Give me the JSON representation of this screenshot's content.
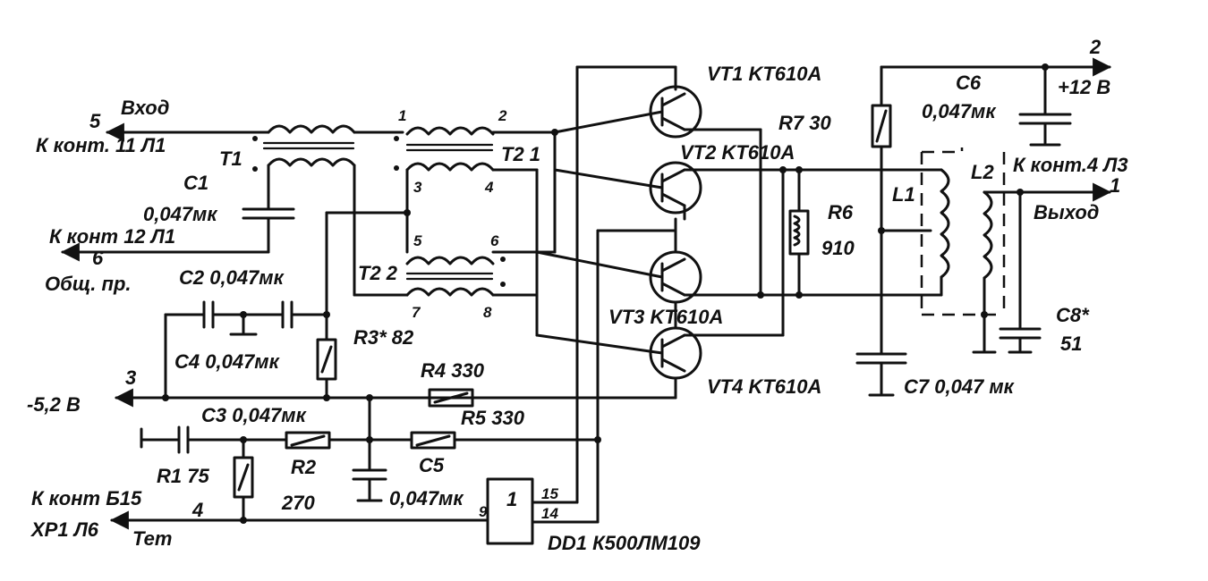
{
  "labels": {
    "vhod": "Вход",
    "pin5": "5",
    "k_kont_11": "К конт. 11 Л1",
    "t1": "T1",
    "c1": "C1",
    "c1_val": "0,047мк",
    "k_kont_12": "К конт 12 Л1",
    "pin6": "6",
    "obsch": "Общ. пр.",
    "c2": "C2 0,047мк",
    "c4": "C4 0,047мк",
    "r3": "R3* 82",
    "pin3": "3",
    "minus52": "-5,2 В",
    "r4": "R4 330",
    "c3": "C3 0,047мк",
    "r5": "R5 330",
    "r1": "R1 75",
    "r2": "R2",
    "r2_val": "270",
    "c5": "C5",
    "c5_val": "0,047мк",
    "k_kont_b15": "К конт Б15",
    "pin4": "4",
    "xp1": "ХР1 Л6",
    "tet": "Тет",
    "dd1_9": "9",
    "dd1_1": "1",
    "dd1_15": "15",
    "dd1_14": "14",
    "dd1": "DD1   К500ЛМ109",
    "t2_1": "1",
    "t2_2": "2",
    "t2_3": "3",
    "t2_4": "4",
    "t2_5": "5",
    "t2_6": "6",
    "t2_7": "7",
    "t2_8": "8",
    "t21": "T2 1",
    "t22": "T2 2",
    "vt1": "VT1  KT610A",
    "vt2": "VT2  KT610A",
    "vt3": "VT3  KT610A",
    "vt4": "VT4  KT610A",
    "r7": "R7 30",
    "r6": "R6",
    "r6_val": "910",
    "l1": "L1",
    "l2": "L2",
    "c6": "C6",
    "c6_val": "0,047мк",
    "plus12": "+12 В",
    "pin2": "2",
    "k_kont_4": "К конт.4 Л3",
    "pin1": "1",
    "vyhod": "Выход",
    "c7": "C7 0,047 мк",
    "c8": "C8*",
    "c8_val": "51"
  }
}
